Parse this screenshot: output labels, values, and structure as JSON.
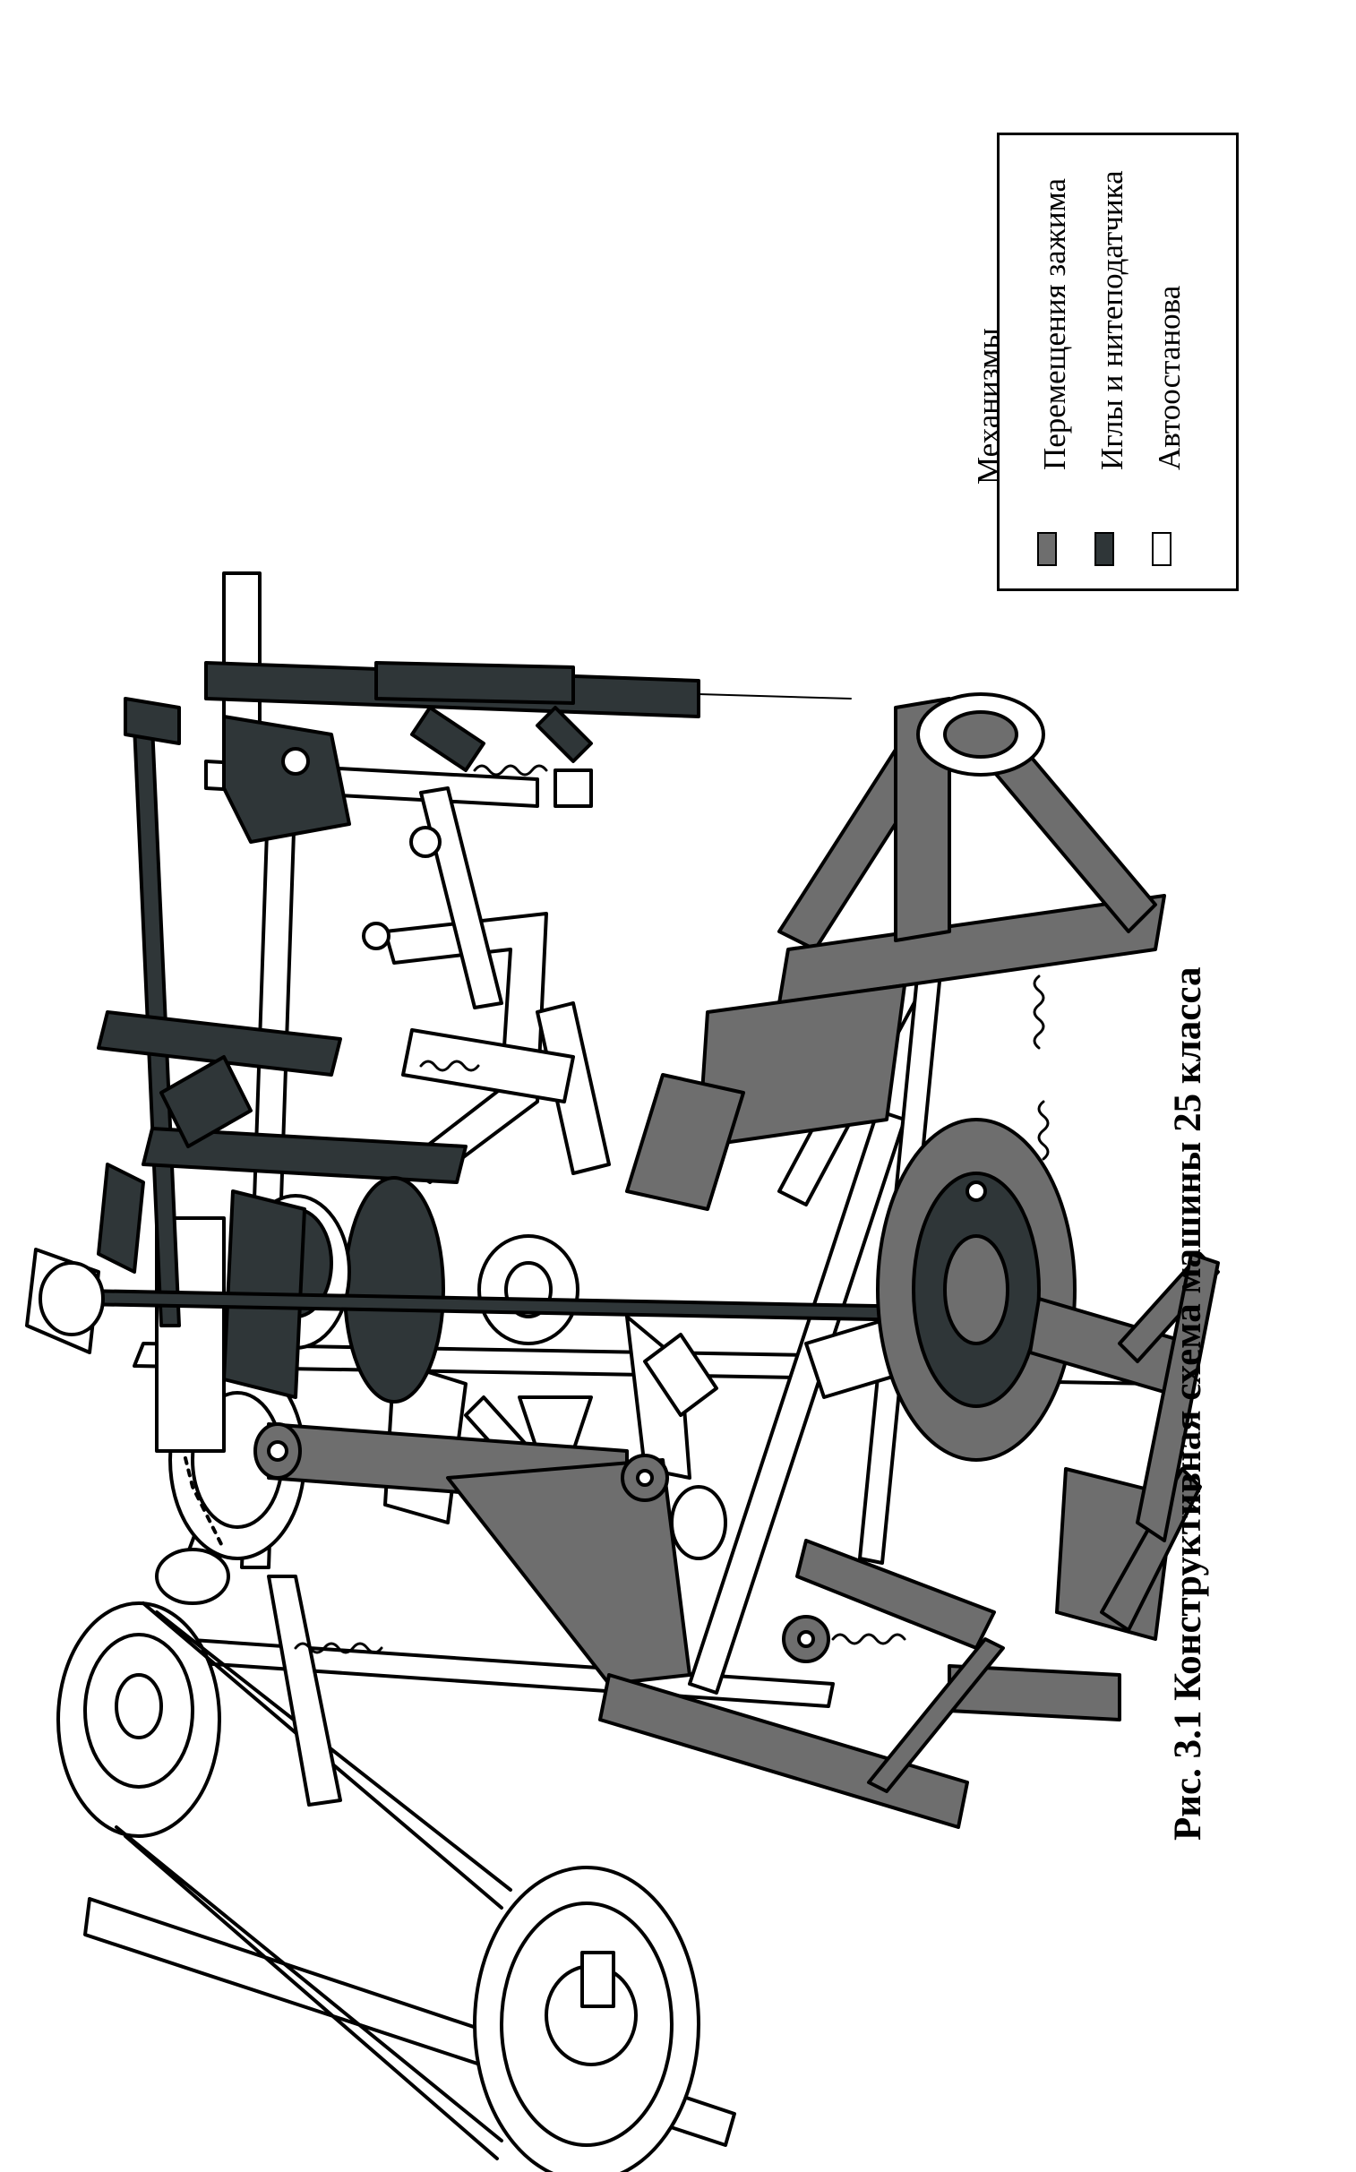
{
  "legend": {
    "title": "Механизмы",
    "items": [
      {
        "label": "Перемещения зажима",
        "color": "#6e6e6e"
      },
      {
        "label": "Иглы и нитеподатчика",
        "color": "#2f3638"
      },
      {
        "label": "Автоостанова",
        "color": "#ffffff"
      }
    ]
  },
  "caption": "Рис. 3.1 Конструктивная схема  машины 25 класса",
  "colors": {
    "clamp": "#6e6e6e",
    "needle": "#2f3638",
    "autostop": "#ffffff",
    "outline": "#000000"
  }
}
